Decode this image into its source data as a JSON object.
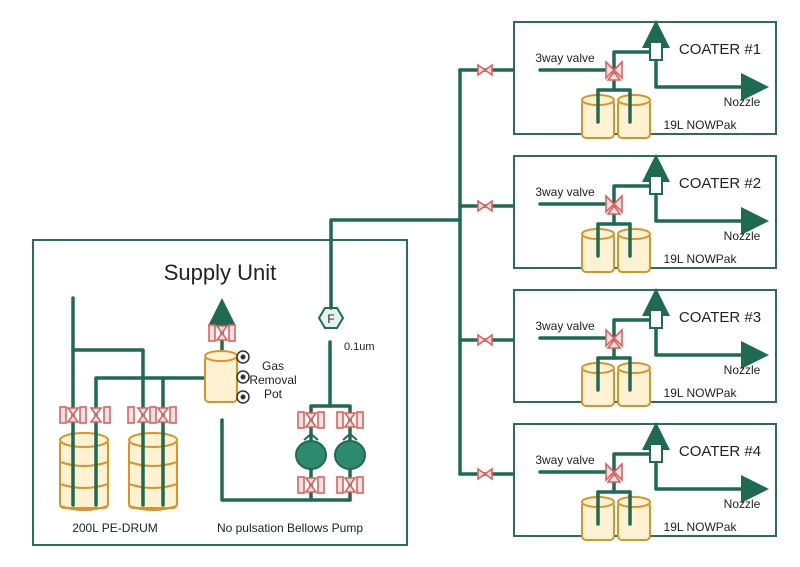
{
  "supply_unit": {
    "title": "Supply Unit",
    "drum_label": "200L PE-DRUM",
    "pump_label": "No pulsation Bellows Pump",
    "pot_label_line1": "Gas",
    "pot_label_line2": "Removal",
    "pot_label_line3": "Pot",
    "filter_symbol": "F",
    "filter_rating": "0.1um"
  },
  "coaters": [
    {
      "name": "COATER #1",
      "valve_label": "3way valve",
      "nozzle_label": "Nozzle",
      "tank_label": "19L NOWPak"
    },
    {
      "name": "COATER #2",
      "valve_label": "3way valve",
      "nozzle_label": "Nozzle",
      "tank_label": "19L NOWPak"
    },
    {
      "name": "COATER #3",
      "valve_label": "3way valve",
      "nozzle_label": "Nozzle",
      "tank_label": "19L NOWPak"
    },
    {
      "name": "COATER #4",
      "valve_label": "3way valve",
      "nozzle_label": "Nozzle",
      "tank_label": "19L NOWPak"
    }
  ],
  "colors": {
    "pipe": "#1e6b52",
    "valve": "#e0605f",
    "tank_fill": "#fff2d2",
    "tank_stroke": "#d9932a",
    "pump": "#2e8a6e"
  }
}
